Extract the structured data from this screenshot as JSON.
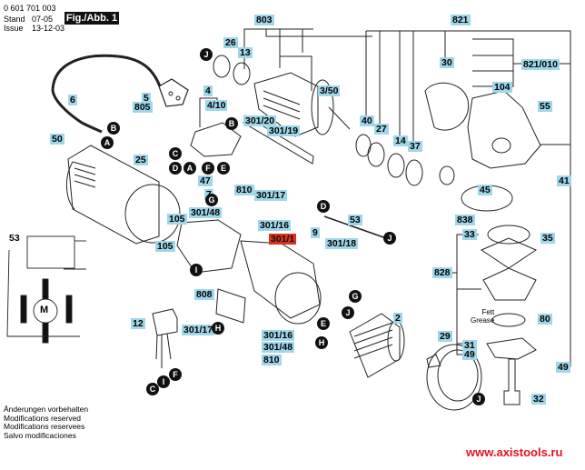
{
  "header": {
    "part_number": "0 601 701 003",
    "stand_label": "Stand",
    "stand_value": "07-05",
    "issue_label": "Issue",
    "issue_value": "13-12-03",
    "figure_label": "Fig./Abb. 1"
  },
  "callouts": {
    "c803": "803",
    "c821": "821",
    "c821_010": "821/010",
    "c26": "26",
    "c13": "13",
    "c3_50": "3/50",
    "c30": "30",
    "c104": "104",
    "c55": "55",
    "c40": "40",
    "c27": "27",
    "c14": "14",
    "c37": "37",
    "c6": "6",
    "c5": "5",
    "c805": "805",
    "c50": "50",
    "c25": "25",
    "c4": "4",
    "c4_10": "4/10",
    "c301_20": "301/20",
    "c301_19": "301/19",
    "c47": "47",
    "c7": "7",
    "c810a": "810",
    "c301_17a": "301/17",
    "c301_48a": "301/48",
    "c301_16a": "301/16",
    "c105a": "105",
    "c105b": "105",
    "c41": "41",
    "c45": "45",
    "c838": "838",
    "c9": "9",
    "c53a": "53",
    "c301_18": "301/18",
    "c301_1": "301/1",
    "c33": "33",
    "c35": "35",
    "c828": "828",
    "c808": "808",
    "c12": "12",
    "c301_17b": "301/17",
    "c301_16b": "301/16",
    "c301_48b": "301/48",
    "c810b": "810",
    "c2": "2",
    "c80": "80",
    "c29": "29",
    "c31": "31",
    "c49a": "49",
    "c49b": "49",
    "c32": "32",
    "c53b": "53"
  },
  "highlighted_part": "301/1",
  "connectors": {
    "cord_b": "B",
    "cord_a": "A",
    "sw_c": "C",
    "sw_d": "D",
    "sw_a": "A",
    "sw_f": "F",
    "sw_e": "E",
    "sw_b": "B",
    "bearing_j": "J",
    "brush_g": "G",
    "rod_d": "D",
    "rod_j": "J",
    "housing_i": "I",
    "field_g": "G",
    "field_j": "J",
    "field_e": "E",
    "field_h": "H",
    "brush2_h": "H",
    "sup_c": "C",
    "sup_i": "I",
    "sup_f": "F",
    "guard_j": "J"
  },
  "schematic": {
    "motor_symbol": "M"
  },
  "grease_note": {
    "line1": "Fett",
    "line2": "Grease"
  },
  "notes": [
    "Änderungen vorbehalten",
    "Modifications reserved",
    "Modifications reservees",
    "Salvo modificaciones"
  ],
  "watermark": "www.axistools.ru",
  "colors": {
    "label_bg": "#9fd7ea",
    "highlight_bg": "#d9321f",
    "watermark": "#e1141d"
  }
}
